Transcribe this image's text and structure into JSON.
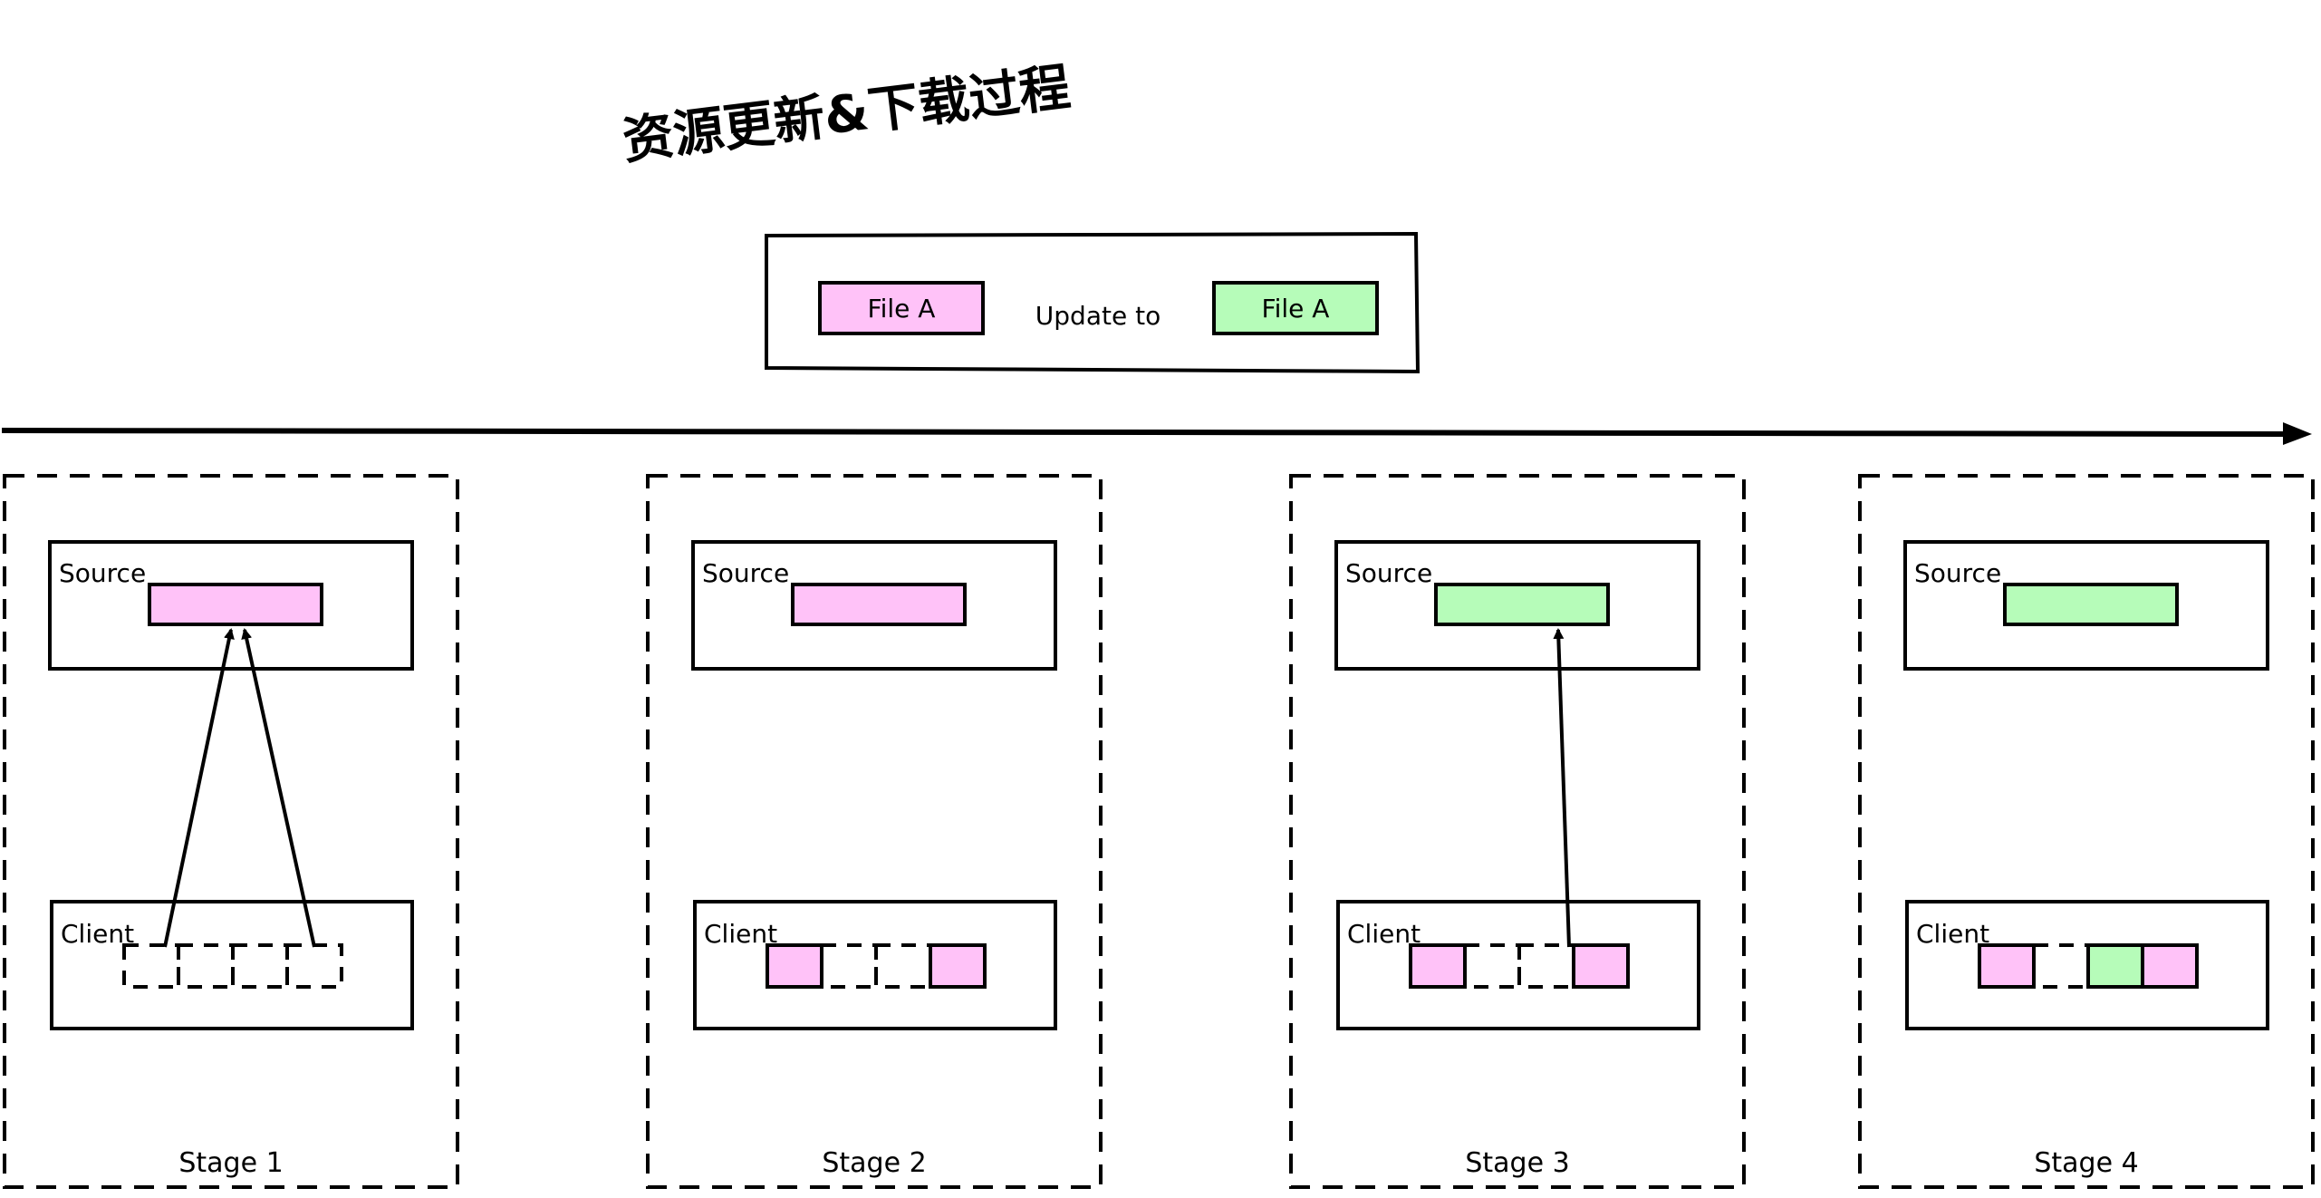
{
  "title": "资源更新&下载过程",
  "legend": {
    "old_file_label": "File A",
    "update_text": "Update to",
    "new_file_label": "File A"
  },
  "colors": {
    "old_version": "#ffc2f8",
    "new_version": "#b6fcb9",
    "stroke": "#000000"
  },
  "stages": [
    {
      "label": "Stage 1",
      "source_label": "Source",
      "client_label": "Client",
      "source_file": "old",
      "client_chunks": [
        "empty",
        "empty",
        "empty",
        "empty"
      ],
      "arrows": 2
    },
    {
      "label": "Stage 2",
      "source_label": "Source",
      "client_label": "Client",
      "source_file": "old",
      "client_chunks": [
        "old",
        "empty",
        "empty",
        "old"
      ],
      "arrows": 0
    },
    {
      "label": "Stage 3",
      "source_label": "Source",
      "client_label": "Client",
      "source_file": "new",
      "client_chunks": [
        "old",
        "empty",
        "empty",
        "old"
      ],
      "arrows": 1
    },
    {
      "label": "Stage 4",
      "source_label": "Source",
      "client_label": "Client",
      "source_file": "new",
      "client_chunks": [
        "old",
        "empty",
        "new",
        "old"
      ],
      "arrows": 0
    }
  ]
}
